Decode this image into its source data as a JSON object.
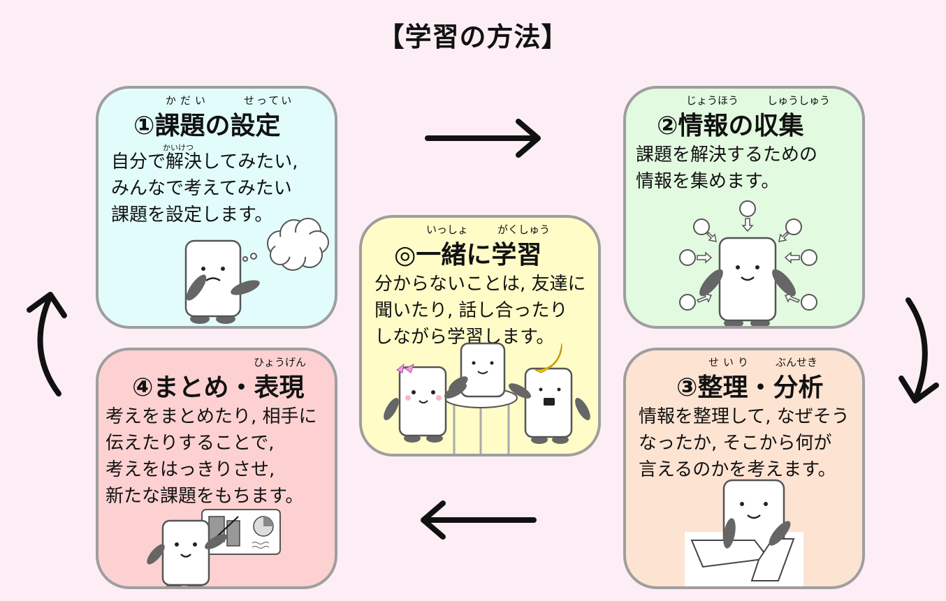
{
  "title": "【学習の方法】",
  "colors": {
    "background": "#fdeef5",
    "card1": "#e2fcfc",
    "card2": "#e2fae0",
    "card3": "#fde3d2",
    "card4": "#fdd1d2",
    "center": "#fffcc8",
    "border": "#9e9e9e"
  },
  "cards": {
    "card1": {
      "ruby_a": "かだい",
      "ruby_b": "せってい",
      "title": "①課題の設定",
      "body_ruby": "かいけつ",
      "body": [
        "自分で解決してみたい,",
        "みんなで考えてみたい",
        "課題を設定します。"
      ]
    },
    "card2": {
      "ruby_a": "じょうほう",
      "ruby_b": "しゅうしゅう",
      "title": "②情報の収集",
      "body": [
        "課題を解決するための",
        "情報を集めます。"
      ]
    },
    "card3": {
      "ruby_a": "せいり",
      "ruby_b": "ぶんせき",
      "title": "③整理・分析",
      "body": [
        "情報を整理して, なぜそう",
        "なったか, そこから何が",
        "言えるのかを考えます。"
      ]
    },
    "card4": {
      "ruby_a": "ひょうげん",
      "title": "④まとめ・表現",
      "body": [
        "考えをまとめたり, 相手に",
        "伝えたりすることで,",
        "考えをはっきりさせ,",
        "新たな課題をもちます。"
      ]
    },
    "center": {
      "ruby_a": "いっしょ",
      "ruby_b": "がくしゅう",
      "title": "◎一緒に学習",
      "body": [
        "分からないことは, 友達に",
        "聞いたり, 話し合ったり",
        "しながら学習します。"
      ]
    }
  },
  "flow": [
    {
      "from": "①課題の設定",
      "to": "②情報の収集",
      "direction": "right"
    },
    {
      "from": "②情報の収集",
      "to": "③整理・分析",
      "direction": "down"
    },
    {
      "from": "③整理・分析",
      "to": "④まとめ・表現",
      "direction": "left"
    },
    {
      "from": "④まとめ・表現",
      "to": "①課題の設定",
      "direction": "up"
    }
  ]
}
